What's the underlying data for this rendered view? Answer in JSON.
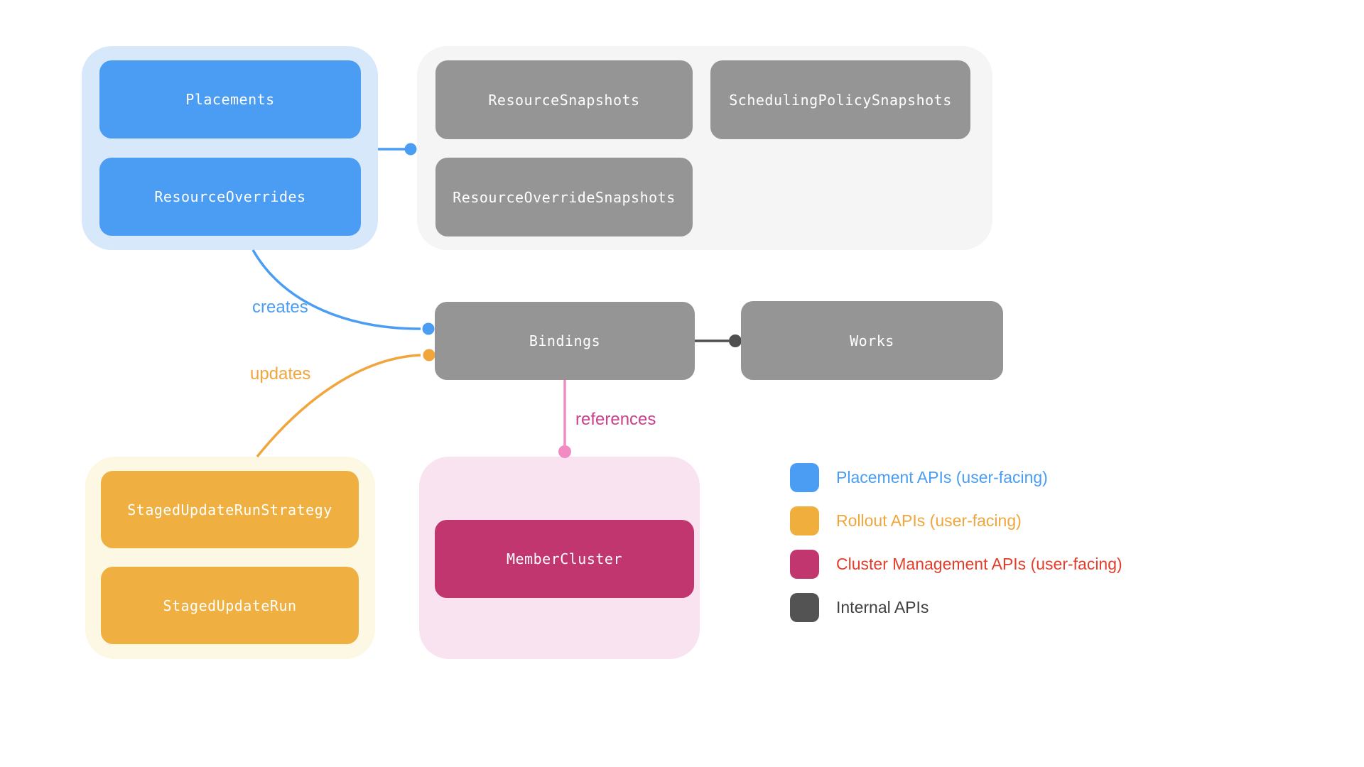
{
  "nodes": {
    "placements": "Placements",
    "resource_overrides": "ResourceOverrides",
    "resource_snapshots": "ResourceSnapshots",
    "scheduling_policy_snapshots": "SchedulingPolicySnapshots",
    "resource_override_snapshots": "ResourceOverrideSnapshots",
    "bindings": "Bindings",
    "works": "Works",
    "staged_update_run_strategy": "StagedUpdateRunStrategy",
    "staged_update_run": "StagedUpdateRun",
    "member_cluster": "MemberCluster"
  },
  "edges": {
    "creates_label": "creates",
    "updates_label": "updates",
    "references_label": "references"
  },
  "legend": {
    "items": [
      {
        "label": "Placement APIs (user-facing)",
        "swatch_color": "#4A9DF3",
        "label_color": "#4A9DF3"
      },
      {
        "label": "Rollout APIs (user-facing)",
        "swatch_color": "#F0AE3D",
        "label_color": "#F0A63C"
      },
      {
        "label": "Cluster Management APIs (user-facing)",
        "swatch_color": "#C23670",
        "label_color": "#E23E2B"
      },
      {
        "label": "Internal APIs",
        "swatch_color": "#535353",
        "label_color": "#3F4040"
      }
    ]
  },
  "colors": {
    "placement_node": "#4A9DF3",
    "placement_group_bg": "#D7E8FB",
    "internal_node": "#959595",
    "internal_group_bg": "#F5F5F6",
    "rollout_node": "#F0B041",
    "rollout_group_bg": "#FCF8E3",
    "cluster_node": "#C23670",
    "cluster_group_bg": "#F9E3F0",
    "edge_blue": "#4A9DF3",
    "edge_orange": "#F0A63C",
    "edge_pink": "#F08BC4",
    "edge_dark": "#4F4F4F",
    "references_label_color": "#C9408B"
  }
}
